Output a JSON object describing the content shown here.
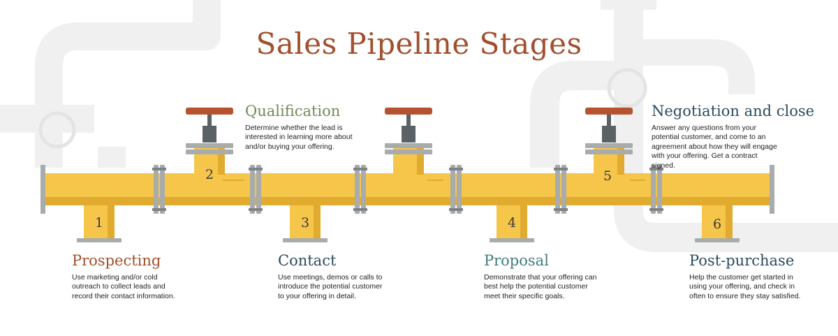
{
  "title": "Sales Pipeline Stages",
  "colors": {
    "title": "#a14f2c",
    "pipe": "#f5c64a",
    "pipe_shadow": "#e0ab2e",
    "flange": "#a9acad",
    "bolt": "#7d8285",
    "valve_handle": "#b5522f",
    "valve_stem": "#5b6266",
    "background_pipes": "#f0f0f0",
    "orange": "#a14f2c",
    "green": "#6f8b57",
    "navy": "#2c4a5e",
    "teal": "#3f7c7b"
  },
  "stages": [
    {
      "number": "1",
      "name": "Prospecting",
      "description": "Use marketing and/or cold outreach to collect leads and record their contact information.",
      "color": "#a14f2c",
      "position": "bottom"
    },
    {
      "number": "2",
      "name": "Qualification",
      "description": "Determine whether the lead is interested in learning more about and/or buying your offering.",
      "color": "#6f8b57",
      "position": "top"
    },
    {
      "number": "3",
      "name": "Contact",
      "description": "Use meetings, demos or calls to introduce the potential customer to your offering in detail.",
      "color": "#2c4a5e",
      "position": "bottom"
    },
    {
      "number": "4",
      "name": "Proposal",
      "description": "Demonstrate that your offering can best help the potential customer meet their specific goals.",
      "color": "#3f7c7b",
      "position": "bottom"
    },
    {
      "number": "5",
      "name": "Negotiation and close",
      "description": "Answer any questions from your potential customer, and come to an agreement about how they will engage with your offering. Get a contract signed.",
      "color": "#2c4a5e",
      "position": "top"
    },
    {
      "number": "6",
      "name": "Post-purchase",
      "description": "Help the customer get started in using your offering, and check in often to ensure they stay satisfied.",
      "color": "#2c4a5e",
      "position": "bottom"
    }
  ]
}
